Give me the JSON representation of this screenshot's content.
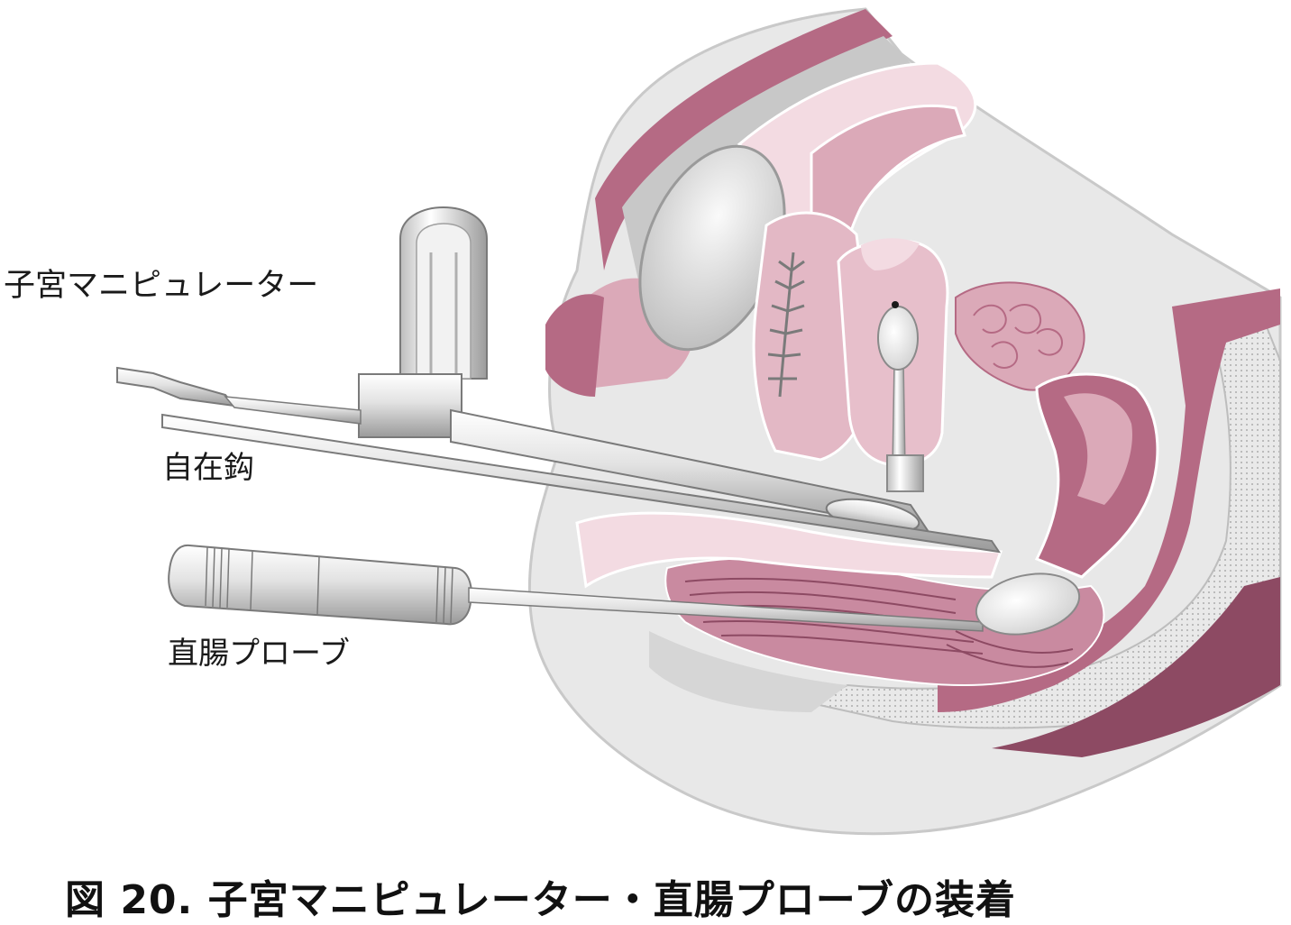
{
  "labels": {
    "uterine_manipulator": "子宮マニピュレーター",
    "retractor": "自在鈎",
    "rectal_probe": "直腸プローブ"
  },
  "caption": "図 20.  子宮マニピュレーター・直腸プローブの装着",
  "colors": {
    "tissue_light_gray": "#e6e6e6",
    "tissue_mid_gray": "#c8c8c8",
    "tissue_dark_gray": "#a0a0a0",
    "pink_light": "#f3dbe2",
    "pink_mid": "#dba9b8",
    "pink_dark": "#b56a84",
    "mauve": "#8d4a63",
    "instrument_silver": "#e4e4e4",
    "instrument_edge": "#7a7a7a"
  }
}
